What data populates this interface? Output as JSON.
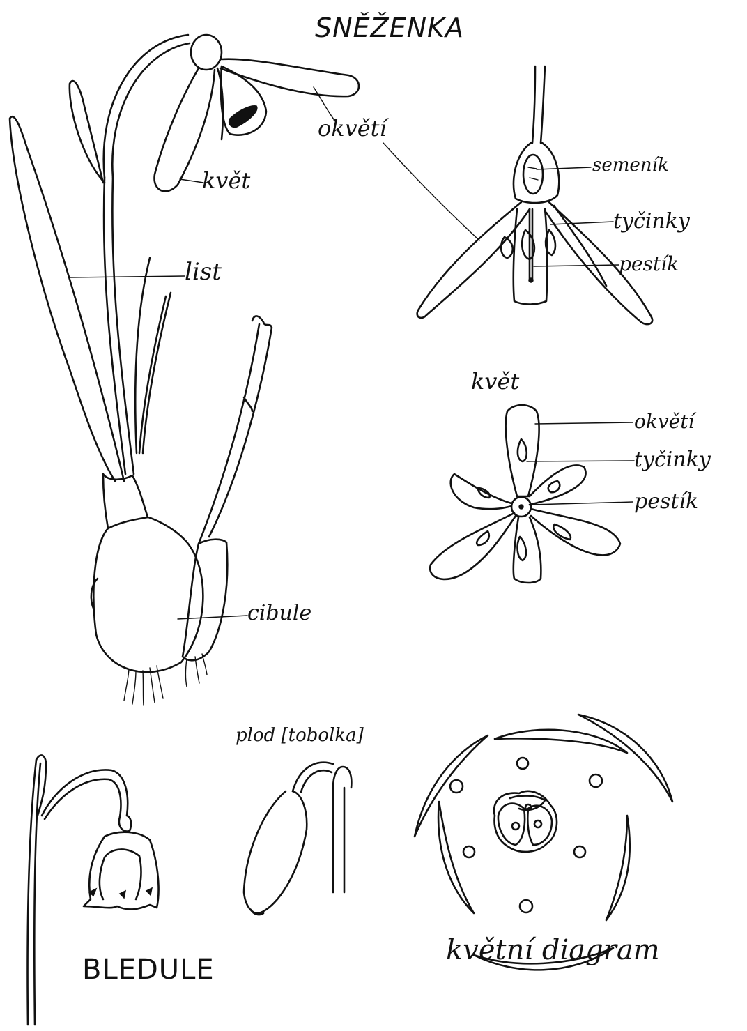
{
  "title": "SNĚŽENKA",
  "labels": {
    "okveti_top": "okvětí",
    "kvet_flower": "květ",
    "list": "list",
    "cibule": "cibule",
    "semenik": "semeník",
    "tycinky_section": "tyčinky",
    "pestik_section": "pestík",
    "kvet_floral_heading": "květ",
    "okveti_floral": "okvětí",
    "tycinky_floral": "tyčinky",
    "pestik_floral": "pestík",
    "plod": "plod [tobolka]",
    "bledule": "BLEDULE",
    "kvetni_diagram": "květní diagram"
  }
}
